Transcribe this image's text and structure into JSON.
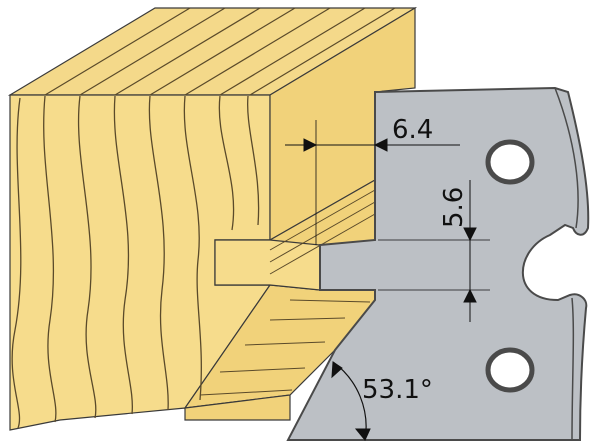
{
  "dimensions": {
    "width_offset": "6.4",
    "slot_height": "5.6",
    "angle": "53.1°"
  },
  "colors": {
    "wood_face": "#F6DC8C",
    "wood_side": "#F1D27A",
    "wood_top": "#F4D98A",
    "grain": "#5A4A2A",
    "knife": "#BCC0C5",
    "knife_edge": "#4A4A4A",
    "hole": "#FFFFFF",
    "line": "#111111"
  }
}
